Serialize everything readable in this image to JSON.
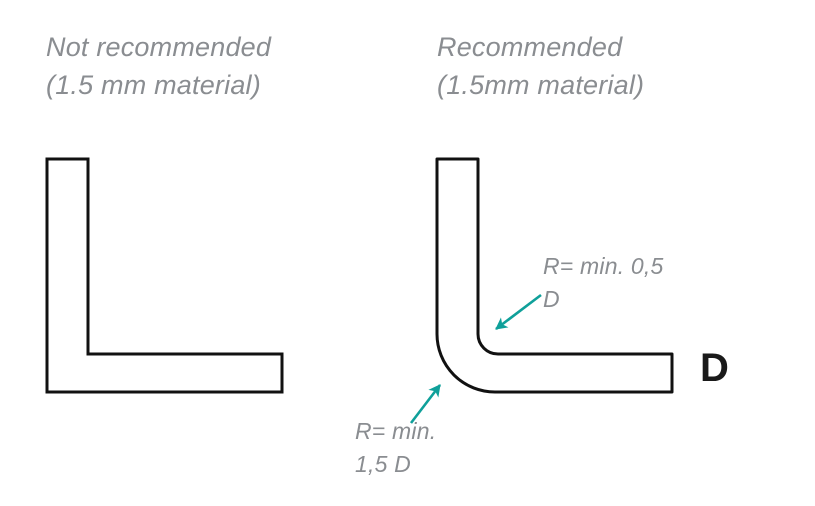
{
  "figure": {
    "background_color": "#ffffff",
    "outline_color": "#111111",
    "text_color": "#8a8d91",
    "accent_color": "#0fa09a",
    "dimension_color": "#1a1a1a"
  },
  "panels": {
    "left": {
      "heading_line1": "Not recommended",
      "heading_line2": "(1.5 mm material)"
    },
    "right": {
      "heading_line1": "Recommended",
      "heading_line2": "(1.5mm material)"
    }
  },
  "annotations": {
    "inner_radius": {
      "line1": "R= min. 0,5",
      "line2": "D"
    },
    "outer_radius": {
      "line1": "R= min.",
      "line2": "1,5 D"
    },
    "thickness": "D"
  }
}
